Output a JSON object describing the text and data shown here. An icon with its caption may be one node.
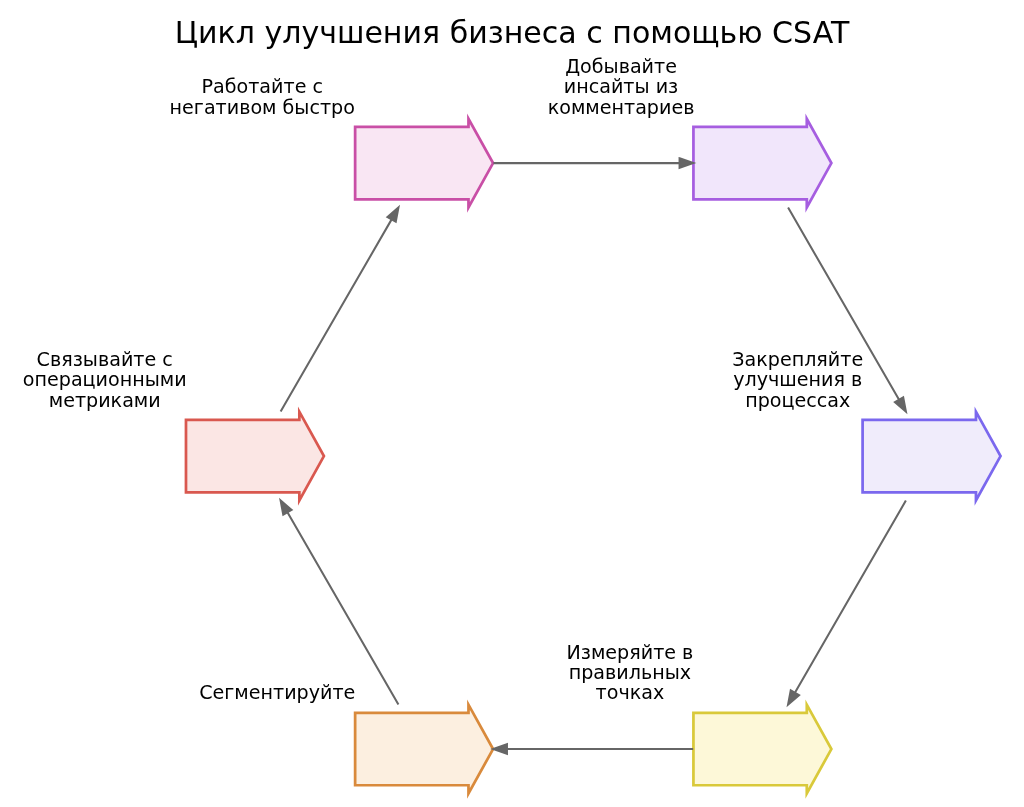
{
  "diagram": {
    "title": "Цикл улучшения бизнеса с помощью CSAT",
    "nodes": [
      {
        "text": [],
        "shape": "arrow",
        "beside": [
          "Измеряйте в правильных точках"
        ]
      },
      {
        "text": [],
        "shape": "arrow",
        "beside": [
          "Сегментируйте"
        ]
      },
      {
        "text": [],
        "shape": "arrow",
        "beside": [
          "Связывайте с операционными метриками"
        ]
      },
      {
        "text": [],
        "shape": "arrow",
        "beside": [
          "Работайте с негативом быстро"
        ]
      },
      {
        "text": [],
        "shape": "arrow",
        "beside": [
          "Добывайте инсайты из комментариев"
        ]
      },
      {
        "text": [],
        "shape": "arrow",
        "beside": [
          "Закрепляйте улучшения в процессах"
        ]
      }
    ],
    "edges": [
      {
        "from": 0,
        "to": 1,
        "arrow": "to"
      },
      {
        "from": 1,
        "to": 2,
        "arrow": "to"
      },
      {
        "from": 2,
        "to": 3,
        "arrow": "to"
      },
      {
        "from": 3,
        "to": 4,
        "arrow": "to"
      },
      {
        "from": 4,
        "to": 5,
        "arrow": "to"
      },
      {
        "from": 5,
        "to": 0,
        "arrow": "to"
      }
    ]
  }
}
